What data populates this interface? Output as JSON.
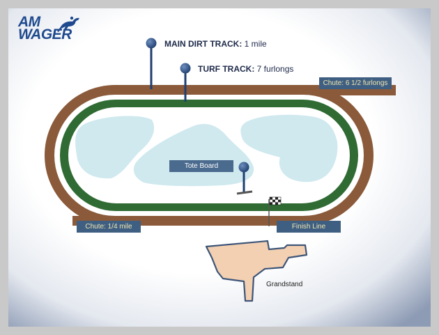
{
  "logo": {
    "line1": "AM",
    "line2": "WAGER",
    "mark": "horse-and-jockey-icon",
    "color": "#1f4a8e"
  },
  "callouts": {
    "main_dirt_track": {
      "name": "MAIN DIRT TRACK:",
      "value": "1 mile"
    },
    "turf_track": {
      "name": "TURF TRACK:",
      "value": "7 furlongs"
    }
  },
  "tags": {
    "chute_six_half": "Chute: 6 1/2 furlongs",
    "chute_quarter": "Chute: 1/4 mile",
    "finish_line": "Finish Line",
    "tote_board": "Tote Board"
  },
  "grandstand": {
    "label": "Grandstand"
  },
  "colors": {
    "dirt": "#8a5a3a",
    "turf": "#2f6b33",
    "infield_water": "#cfe9ef",
    "grandstand_fill": "#f3d0b2",
    "grandstand_stroke": "#3d5578",
    "tag_bg": "#3f5f82",
    "tag_text": "#f0e6b0",
    "pin": "#1f3f70"
  }
}
